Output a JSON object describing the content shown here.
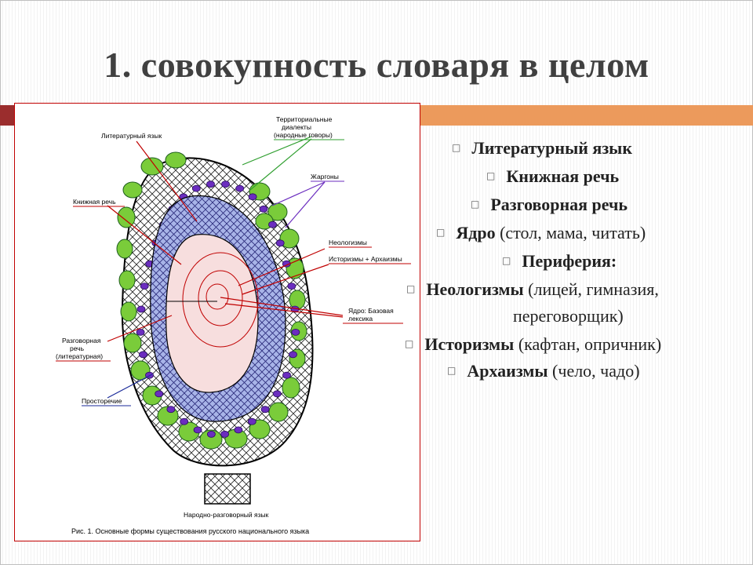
{
  "slide": {
    "title": "1. совокупность словаря в целом"
  },
  "figure": {
    "labels": {
      "literary": "Литературный язык",
      "territorial_1": "Территориальные",
      "territorial_2": "диалекты",
      "territorial_3": "(народные говоры)",
      "jargons": "Жаргоны",
      "bookish": "Книжная речь",
      "neologisms": "Неологизмы",
      "historisms": "Историзмы + Архаизмы",
      "core_1": "Ядро: Базовая",
      "core_2": "лексика",
      "colloquial_1": "Разговорная",
      "colloquial_2": "речь",
      "colloquial_3": "(литературная)",
      "vernacular": "Просторечие",
      "legend": "Народно-разговорный язык",
      "caption": "Рис. 1. Основные формы существования русского национального языка"
    }
  },
  "bullets": [
    {
      "bold": "Литературный язык",
      "rest": ""
    },
    {
      "bold": "Книжная речь",
      "rest": ""
    },
    {
      "bold": "Разговорная речь",
      "rest": ""
    },
    {
      "bold": "Ядро",
      "rest": " (стол, мама, читать)"
    },
    {
      "bold": "Периферия:",
      "rest": ""
    },
    {
      "bold": "Неологизмы",
      "rest": " (лицей, гимназия,"
    },
    {
      "bold": "",
      "rest": "переговорщик)"
    },
    {
      "bold": "Историзмы",
      "rest": " (кафтан, опричник)"
    },
    {
      "bold": "Архаизмы",
      "rest": " (чело, чадо)"
    }
  ],
  "colors": {
    "title": "#404040",
    "bar_left": "#9b2d2d",
    "bar_right": "#ec9a5c",
    "core": "#f7dede",
    "hatch_blue": "#a8b4e8",
    "dialect_green": "#7acc3a",
    "jargon_purple": "#6b2dbf"
  }
}
